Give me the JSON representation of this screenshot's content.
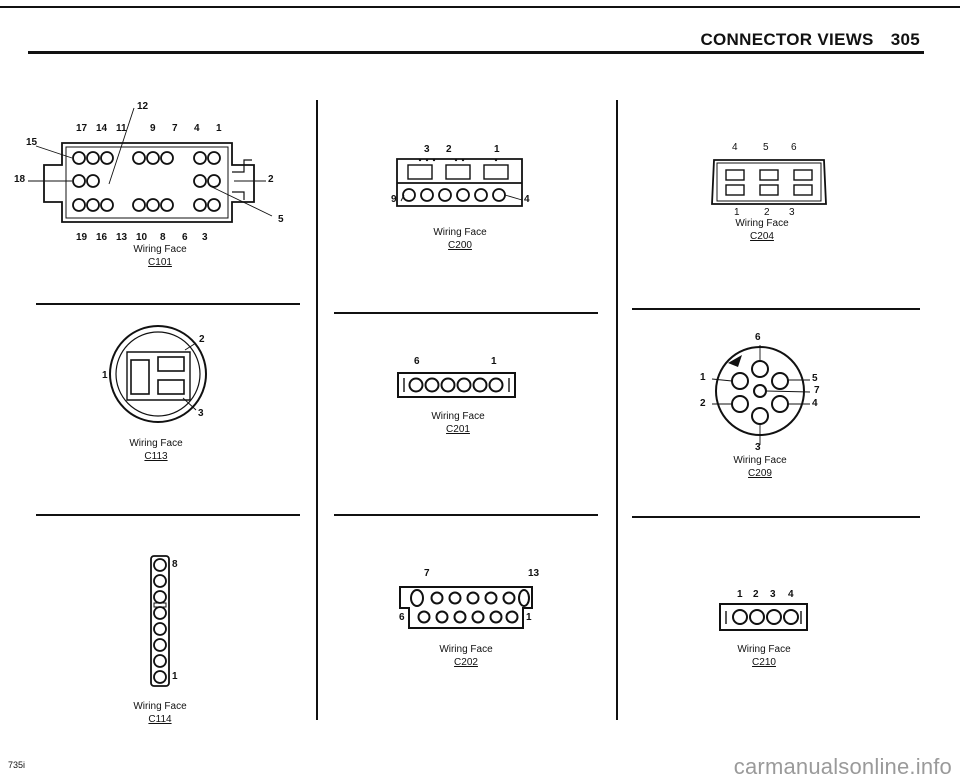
{
  "header": {
    "title": "CONNECTOR VIEWS",
    "page_number": "305"
  },
  "caption_label": "Wiring Face",
  "connectors": {
    "c101": {
      "code": "C101",
      "pins": {
        "p12": "12",
        "p17": "17",
        "p14": "14",
        "p11": "11",
        "p9": "9",
        "p7": "7",
        "p4": "4",
        "p1": "1",
        "p15": "15",
        "p18": "18",
        "p2": "2",
        "p5": "5",
        "p19": "19",
        "p16": "16",
        "p13": "13",
        "p10": "10",
        "p8": "8",
        "p6": "6",
        "p3": "3"
      }
    },
    "c200": {
      "code": "C200",
      "pins": {
        "p3": "3",
        "p2": "2",
        "p1": "1",
        "p9": "9",
        "p4": "4"
      }
    },
    "c204": {
      "code": "C204",
      "pins": {
        "p4": "4",
        "p5": "5",
        "p6": "6",
        "p1": "1",
        "p2": "2",
        "p3": "3"
      }
    },
    "c113": {
      "code": "C113",
      "pins": {
        "p1": "1",
        "p2": "2",
        "p3": "3"
      }
    },
    "c201": {
      "code": "C201",
      "pins": {
        "p6": "6",
        "p1": "1"
      }
    },
    "c209": {
      "code": "C209",
      "pins": {
        "p6": "6",
        "p1": "1",
        "p5": "5",
        "p7": "7",
        "p2": "2",
        "p4": "4",
        "p3": "3"
      }
    },
    "c114": {
      "code": "C114",
      "pins": {
        "p8": "8",
        "p1": "1"
      }
    },
    "c202": {
      "code": "C202",
      "pins": {
        "p7": "7",
        "p13": "13",
        "p6": "6",
        "p1": "1"
      }
    },
    "c210": {
      "code": "C210",
      "pins": {
        "p1": "1",
        "p2": "2",
        "p3": "3",
        "p4": "4"
      }
    }
  },
  "footer": {
    "model": "735i"
  },
  "watermark": {
    "text": "carmanualsonline.info"
  }
}
